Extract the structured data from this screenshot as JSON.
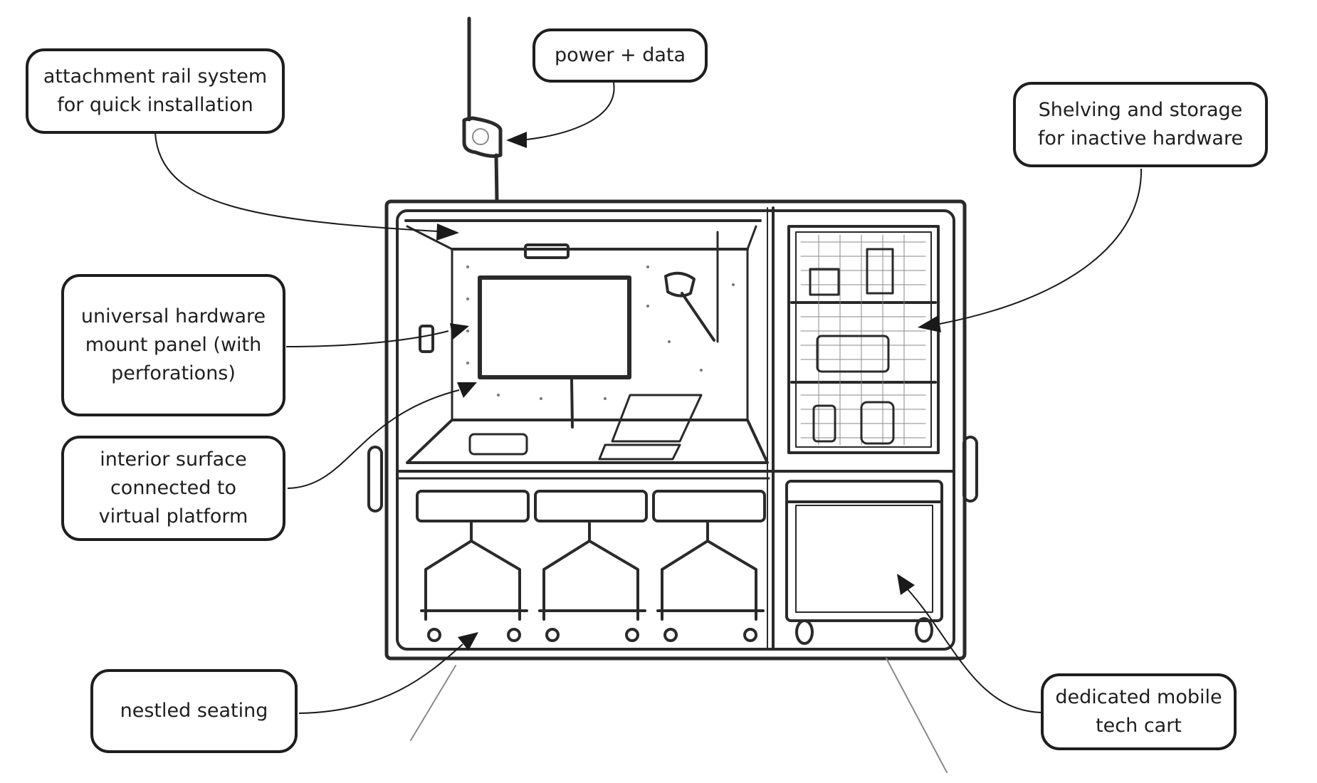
{
  "diagram": {
    "title": "Modular tech booth concept sketch",
    "callouts": {
      "rail": "attachment rail system\nfor quick installation",
      "power": "power + data",
      "shelving": "Shelving and storage\nfor inactive hardware",
      "mount_panel": "universal hardware\nmount panel (with\nperforations)",
      "surface": "interior surface\nconnected to\nvirtual platform",
      "seating": "nestled seating",
      "cart": "dedicated mobile\ntech cart"
    }
  },
  "colors": {
    "ink": "#1e1e1e",
    "background": "#ffffff"
  }
}
